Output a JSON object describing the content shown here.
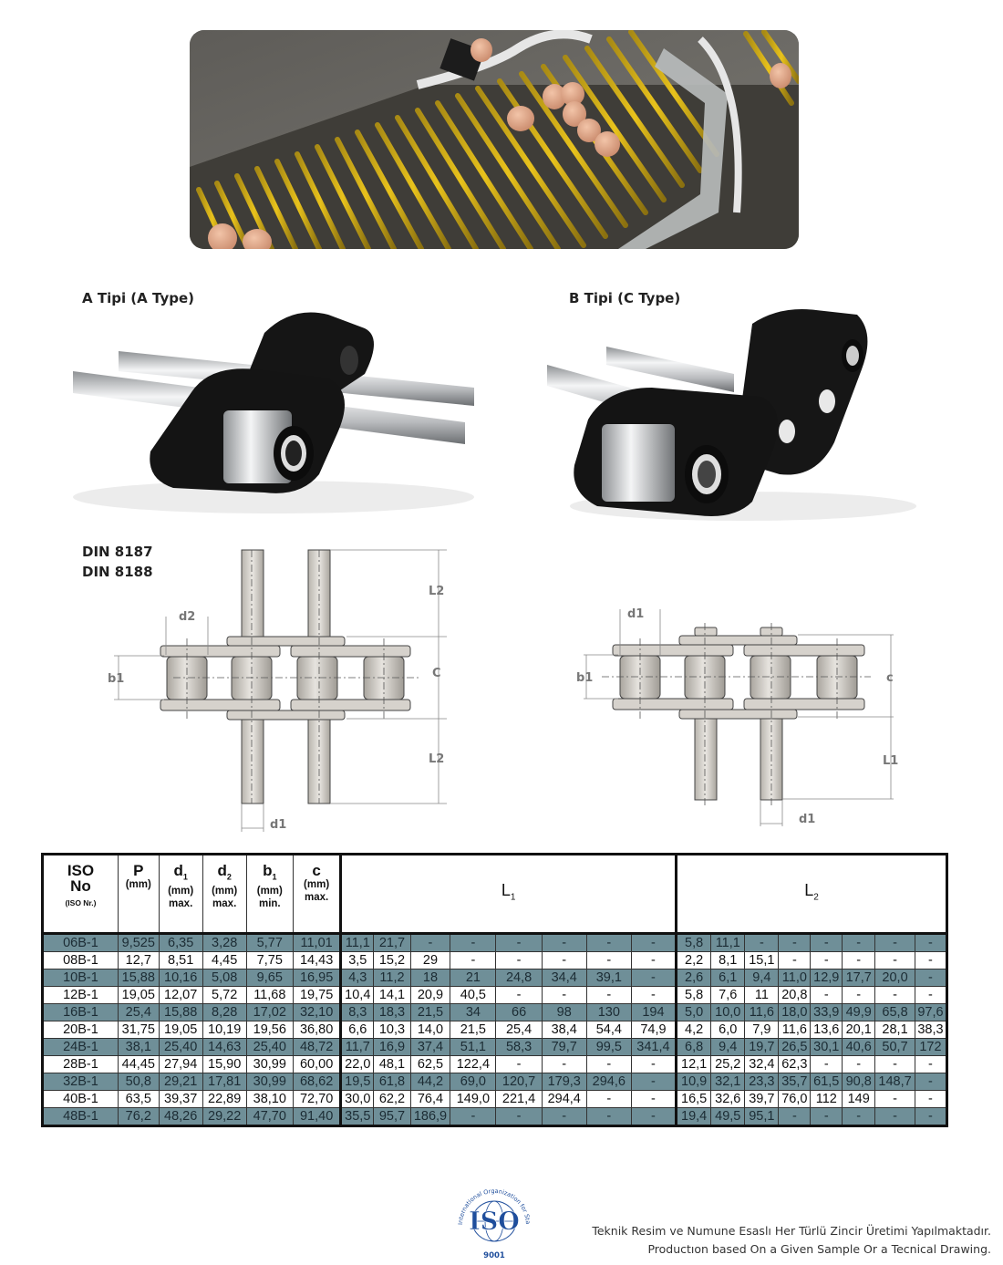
{
  "hero": {
    "image": "egg-collection-conveyor-photo"
  },
  "products": {
    "type_a_label": "A Tipi (A Type)",
    "type_b_label": "B Tipi (C Type)"
  },
  "standards": [
    "DIN 8187",
    "DIN 8188"
  ],
  "drawing_a": {
    "labels": {
      "d2": "d2",
      "b1": "b1",
      "c": "C",
      "l2_top": "L2",
      "l2_bottom": "L2",
      "d1": "d1"
    }
  },
  "drawing_b": {
    "labels": {
      "d1_top": "d1",
      "b1": "b1",
      "c": "c",
      "l1": "L1",
      "d1_bottom": "d1"
    }
  },
  "table": {
    "headers": {
      "iso": {
        "main1": "ISO",
        "main2": "No",
        "sub": "(ISO Nr.)"
      },
      "p": {
        "main": "P",
        "unit": "(mm)",
        "limit": ""
      },
      "d1": {
        "main": "d",
        "sub": "1",
        "unit": "(mm)",
        "limit": "max."
      },
      "d2": {
        "main": "d",
        "sub": "2",
        "unit": "(mm)",
        "limit": "max."
      },
      "b1": {
        "main": "b",
        "sub": "1",
        "unit": "(mm)",
        "limit": "min."
      },
      "c": {
        "main": "c",
        "unit": "(mm)",
        "limit": "max."
      },
      "l1": {
        "main": "L",
        "sub": "1"
      },
      "l2": {
        "main": "L",
        "sub": "2"
      }
    },
    "rows": [
      {
        "iso": "06B-1",
        "p": "9,525",
        "d1": "6,35",
        "d2": "3,28",
        "b1": "5,77",
        "c": "11,01",
        "l1": [
          "11,1",
          "21,7",
          "-",
          "-",
          "-",
          "-",
          "-",
          "-"
        ],
        "l2": [
          "5,8",
          "11,1",
          "-",
          "-",
          "-",
          "-",
          "-",
          "-"
        ]
      },
      {
        "iso": "08B-1",
        "p": "12,7",
        "d1": "8,51",
        "d2": "4,45",
        "b1": "7,75",
        "c": "14,43",
        "l1": [
          "3,5",
          "15,2",
          "29",
          "-",
          "-",
          "-",
          "-",
          "-"
        ],
        "l2": [
          "2,2",
          "8,1",
          "15,1",
          "-",
          "-",
          "-",
          "-",
          "-"
        ]
      },
      {
        "iso": "10B-1",
        "p": "15,88",
        "d1": "10,16",
        "d2": "5,08",
        "b1": "9,65",
        "c": "16,95",
        "l1": [
          "4,3",
          "11,2",
          "18",
          "21",
          "24,8",
          "34,4",
          "39,1",
          "-"
        ],
        "l2": [
          "2,6",
          "6,1",
          "9,4",
          "11,0",
          "12,9",
          "17,7",
          "20,0",
          "-"
        ]
      },
      {
        "iso": "12B-1",
        "p": "19,05",
        "d1": "12,07",
        "d2": "5,72",
        "b1": "11,68",
        "c": "19,75",
        "l1": [
          "10,4",
          "14,1",
          "20,9",
          "40,5",
          "-",
          "-",
          "-",
          "-"
        ],
        "l2": [
          "5,8",
          "7,6",
          "11",
          "20,8",
          "-",
          "-",
          "-",
          "-"
        ]
      },
      {
        "iso": "16B-1",
        "p": "25,4",
        "d1": "15,88",
        "d2": "8,28",
        "b1": "17,02",
        "c": "32,10",
        "l1": [
          "8,3",
          "18,3",
          "21,5",
          "34",
          "66",
          "98",
          "130",
          "194"
        ],
        "l2": [
          "5,0",
          "10,0",
          "11,6",
          "18,0",
          "33,9",
          "49,9",
          "65,8",
          "97,6"
        ]
      },
      {
        "iso": "20B-1",
        "p": "31,75",
        "d1": "19,05",
        "d2": "10,19",
        "b1": "19,56",
        "c": "36,80",
        "l1": [
          "6,6",
          "10,3",
          "14,0",
          "21,5",
          "25,4",
          "38,4",
          "54,4",
          "74,9"
        ],
        "l2": [
          "4,2",
          "6,0",
          "7,9",
          "11,6",
          "13,6",
          "20,1",
          "28,1",
          "38,3"
        ]
      },
      {
        "iso": "24B-1",
        "p": "38,1",
        "d1": "25,40",
        "d2": "14,63",
        "b1": "25,40",
        "c": "48,72",
        "l1": [
          "11,7",
          "16,9",
          "37,4",
          "51,1",
          "58,3",
          "79,7",
          "99,5",
          "341,4"
        ],
        "l2": [
          "6,8",
          "9,4",
          "19,7",
          "26,5",
          "30,1",
          "40,6",
          "50,7",
          "172"
        ]
      },
      {
        "iso": "28B-1",
        "p": "44,45",
        "d1": "27,94",
        "d2": "15,90",
        "b1": "30,99",
        "c": "60,00",
        "l1": [
          "22,0",
          "48,1",
          "62,5",
          "122,4",
          "-",
          "-",
          "-",
          "-"
        ],
        "l2": [
          "12,1",
          "25,2",
          "32,4",
          "62,3",
          "-",
          "-",
          "-",
          "-"
        ]
      },
      {
        "iso": "32B-1",
        "p": "50,8",
        "d1": "29,21",
        "d2": "17,81",
        "b1": "30,99",
        "c": "68,62",
        "l1": [
          "19,5",
          "61,8",
          "44,2",
          "69,0",
          "120,7",
          "179,3",
          "294,6",
          "-"
        ],
        "l2": [
          "10,9",
          "32,1",
          "23,3",
          "35,7",
          "61,5",
          "90,8",
          "148,7",
          "-"
        ]
      },
      {
        "iso": "40B-1",
        "p": "63,5",
        "d1": "39,37",
        "d2": "22,89",
        "b1": "38,10",
        "c": "72,70",
        "l1": [
          "30,0",
          "62,2",
          "76,4",
          "149,0",
          "221,4",
          "294,4",
          "-",
          "-"
        ],
        "l2": [
          "16,5",
          "32,6",
          "39,7",
          "76,0",
          "112",
          "149",
          "-",
          "-"
        ]
      },
      {
        "iso": "48B-1",
        "p": "76,2",
        "d1": "48,26",
        "d2": "29,22",
        "b1": "47,70",
        "c": "91,40",
        "l1": [
          "35,5",
          "95,7",
          "186,9",
          "-",
          "-",
          "-",
          "-",
          "-"
        ],
        "l2": [
          "19,4",
          "49,5",
          "95,1",
          "-",
          "-",
          "-",
          "-",
          "-"
        ]
      }
    ]
  },
  "colors": {
    "row_shade": "#6f8f98",
    "row_plain": "#ffffff",
    "iso_blue": "#1f4e9c"
  },
  "footer": {
    "iso_logo": {
      "ring_text": "International Organization for Standardization",
      "mark": "ISO",
      "number": "9001"
    },
    "line_tr": "Teknik Resim ve Numune Esaslı Her Türlü Zincir Üretimi Yapılmaktadır.",
    "line_en": "Productıon based On a Given Sample Or a Tecnical Drawing."
  }
}
